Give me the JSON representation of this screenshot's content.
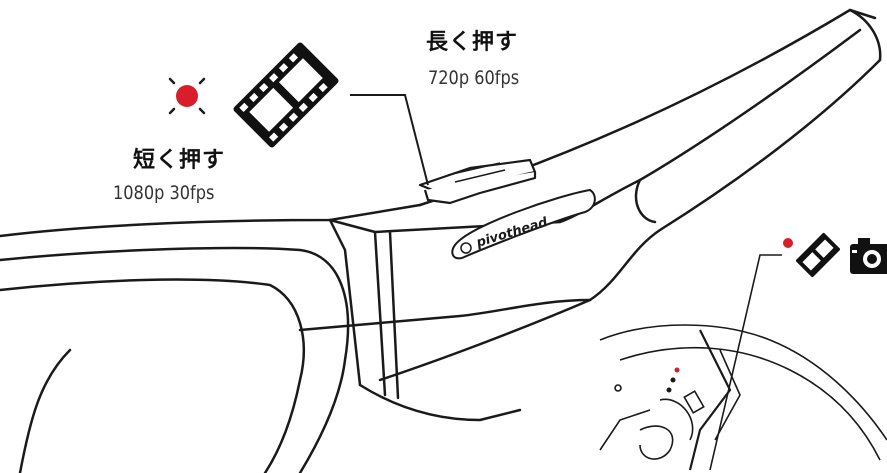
{
  "labels": {
    "long_press": "長く押す",
    "long_press_spec": "720p 60fps",
    "short_press": "短く押す",
    "short_press_spec": "1080p 30fps",
    "brand_logo": "pivothead"
  },
  "icons": [
    "recording-dot-icon",
    "film-strip-icon",
    "camera-icon"
  ],
  "colors": {
    "recording_dot": "#d81e2a",
    "line_art": "#1a1a1a"
  }
}
